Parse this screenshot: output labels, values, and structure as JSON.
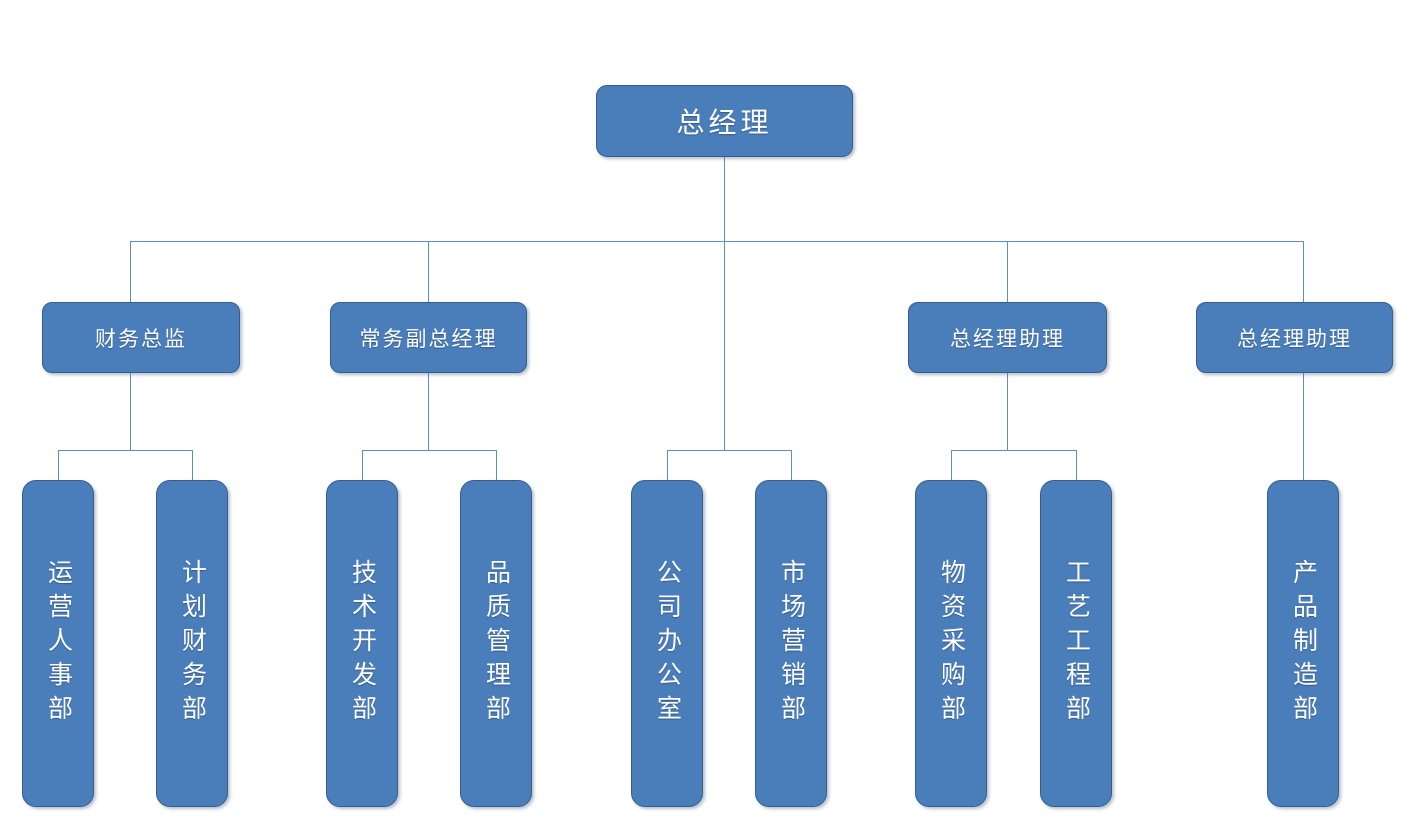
{
  "chart": {
    "title": "总经理",
    "type": "org-chart",
    "accent_fill": "#4A7EBB",
    "accent_border": "#385D8A",
    "connector_color": "#5B8FC9",
    "text_color": "#FFFFFF"
  },
  "nodes": {
    "root": {
      "label": "总经理",
      "level": 1
    },
    "level2": [
      {
        "id": "cfo",
        "label": "财务总监"
      },
      {
        "id": "evp",
        "label": "常务副总经理"
      },
      {
        "id": "assistant1",
        "label": "总经理助理"
      },
      {
        "id": "assistant2",
        "label": "总经理助理"
      }
    ],
    "level3": [
      {
        "id": "ops-hr",
        "label": "运营人事部",
        "parent": "cfo"
      },
      {
        "id": "plan-finance",
        "label": "计划财务部",
        "parent": "cfo"
      },
      {
        "id": "tech-dev",
        "label": "技术开发部",
        "parent": "evp"
      },
      {
        "id": "quality",
        "label": "品质管理部",
        "parent": "evp"
      },
      {
        "id": "office",
        "label": "公司办公室",
        "parent": "root"
      },
      {
        "id": "marketing",
        "label": "市场营销部",
        "parent": "root"
      },
      {
        "id": "procurement",
        "label": "物资采购部",
        "parent": "assistant1"
      },
      {
        "id": "process-eng",
        "label": "工艺工程部",
        "parent": "assistant1"
      },
      {
        "id": "manufacturing",
        "label": "产品制造部",
        "parent": "assistant2"
      }
    ]
  }
}
